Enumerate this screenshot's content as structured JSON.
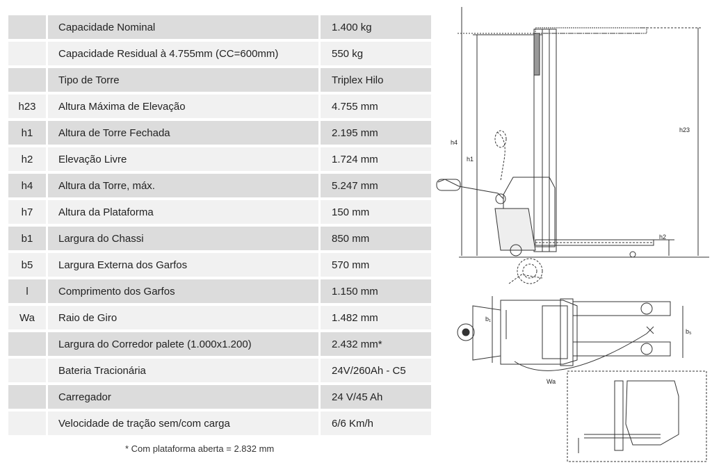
{
  "specs": [
    {
      "code": "",
      "label": "Capacidade Nominal",
      "value": "1.400 kg"
    },
    {
      "code": "",
      "label": "Capacidade Residual à 4.755mm (CC=600mm)",
      "value": "550 kg"
    },
    {
      "code": "",
      "label": "Tipo de Torre",
      "value": "Triplex Hilo"
    },
    {
      "code": "h23",
      "label": "Altura Máxima de Elevação",
      "value": "4.755 mm"
    },
    {
      "code": "h1",
      "label": "Altura de Torre Fechada",
      "value": "2.195 mm"
    },
    {
      "code": "h2",
      "label": "Elevação Livre",
      "value": "1.724 mm"
    },
    {
      "code": "h4",
      "label": "Altura da Torre, máx.",
      "value": "5.247 mm"
    },
    {
      "code": "h7",
      "label": "Altura da Plataforma",
      "value": "150 mm"
    },
    {
      "code": "b1",
      "label": "Largura do Chassi",
      "value": "850 mm"
    },
    {
      "code": "b5",
      "label": "Largura Externa dos Garfos",
      "value": "570 mm"
    },
    {
      "code": "l",
      "label": "Comprimento dos Garfos",
      "value": "1.150 mm"
    },
    {
      "code": "Wa",
      "label": "Raio de Giro",
      "value": "1.482 mm"
    },
    {
      "code": "",
      "label": "Largura do Corredor palete (1.000x1.200)",
      "value": "2.432 mm*"
    },
    {
      "code": "",
      "label": "Bateria Tracionária",
      "value": "24V/260Ah - C5"
    },
    {
      "code": "",
      "label": "Carregador",
      "value": "24 V/45 Ah"
    },
    {
      "code": "",
      "label": "Velocidade de tração sem/com carga",
      "value": "6/6 Km/h"
    }
  ],
  "footnote": "* Com plataforma aberta = 2.832 mm",
  "drawing_labels": {
    "h4": "h4",
    "h1": "h1",
    "h23": "h23",
    "h2": "h2",
    "b1": "b₁",
    "b5": "b₅",
    "wa": "Wa"
  }
}
